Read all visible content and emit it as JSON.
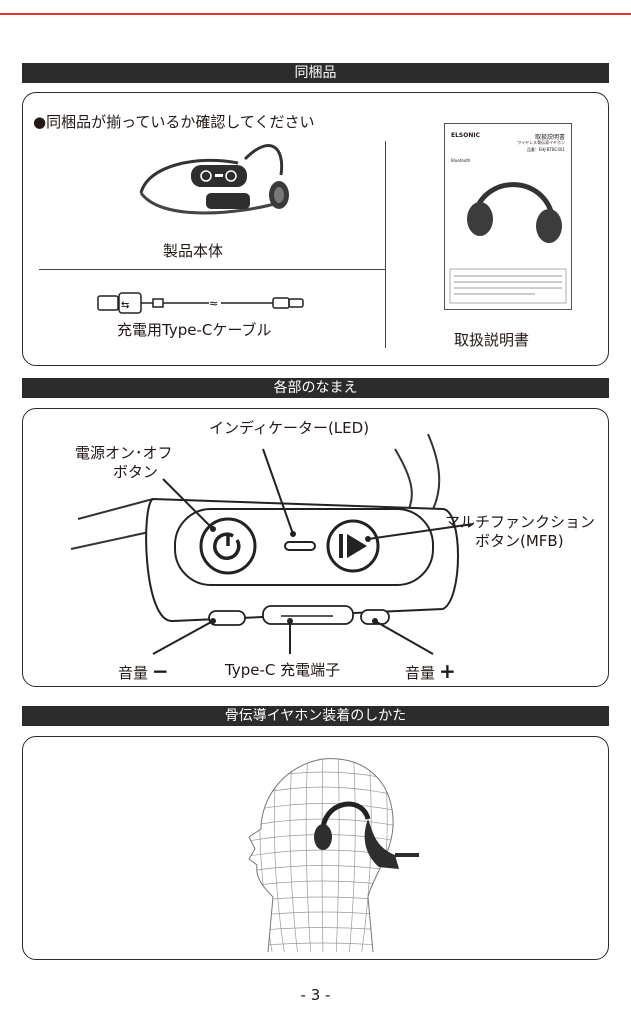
{
  "colors": {
    "accent": "#e3342f",
    "bar": "#2b2b2b",
    "text": "#231815"
  },
  "sections": {
    "contents": {
      "title": "同梱品",
      "intro": "●同梱品が揃っているか確認してください",
      "items": {
        "headset": "製品本体",
        "cable": "充電用Type-Cケーブル",
        "manual": "取扱説明書"
      },
      "manual_cover": {
        "brand": "ELSONIC",
        "title": "取扱説明書",
        "subtitle": "ワイヤレス骨伝導イヤホン",
        "model": "品番：EHJ-BTBC401",
        "bt": "Bluetooth"
      }
    },
    "parts": {
      "title": "各部のなまえ",
      "labels": {
        "indicator": "インディケーター(LED)",
        "power_line1": "電源オン･オフ",
        "power_line2": "ボタン",
        "mfb_line1": "マルチファンクション",
        "mfb_line2": "ボタン(MFB)",
        "vol_down": "音量",
        "vol_down_sign": "−",
        "charge_port": "Type-C 充電端子",
        "vol_up": "音量",
        "vol_up_sign": "+"
      }
    },
    "wearing": {
      "title": "骨伝導イヤホン装着のしかた"
    }
  },
  "page_number": "- 3 -"
}
